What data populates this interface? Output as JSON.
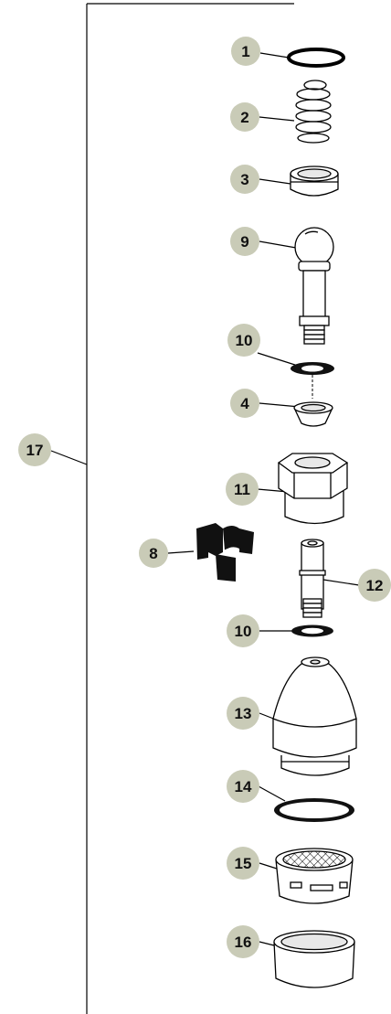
{
  "colors": {
    "badge_fill": "#c9cbb7",
    "outline": "#000000",
    "part_fill": "#ffffff",
    "part_shade": "#e8e8e8",
    "dark_part": "#111111"
  },
  "callouts": [
    {
      "id": "c1",
      "label": "1"
    },
    {
      "id": "c2",
      "label": "2"
    },
    {
      "id": "c3",
      "label": "3"
    },
    {
      "id": "c9",
      "label": "9"
    },
    {
      "id": "c10a",
      "label": "10"
    },
    {
      "id": "c4",
      "label": "4"
    },
    {
      "id": "c17",
      "label": "17"
    },
    {
      "id": "c11",
      "label": "11"
    },
    {
      "id": "c8",
      "label": "8"
    },
    {
      "id": "c12",
      "label": "12"
    },
    {
      "id": "c10b",
      "label": "10"
    },
    {
      "id": "c13",
      "label": "13"
    },
    {
      "id": "c14",
      "label": "14"
    },
    {
      "id": "c15",
      "label": "15"
    },
    {
      "id": "c16",
      "label": "16"
    }
  ],
  "parts": [
    {
      "ref": "1",
      "icon": "o-ring-icon"
    },
    {
      "ref": "2",
      "icon": "spring-icon"
    },
    {
      "ref": "3",
      "icon": "valve-seat-icon"
    },
    {
      "ref": "9",
      "icon": "ball-stem-icon"
    },
    {
      "ref": "10",
      "icon": "washer-icon"
    },
    {
      "ref": "4",
      "icon": "cone-seal-icon"
    },
    {
      "ref": "11",
      "icon": "hex-nut-icon"
    },
    {
      "ref": "8",
      "icon": "clip-icon"
    },
    {
      "ref": "12",
      "icon": "nozzle-tube-icon"
    },
    {
      "ref": "10",
      "icon": "washer-icon"
    },
    {
      "ref": "13",
      "icon": "spray-cap-icon"
    },
    {
      "ref": "14",
      "icon": "gasket-icon"
    },
    {
      "ref": "15",
      "icon": "aerator-screen-icon"
    },
    {
      "ref": "16",
      "icon": "aerator-housing-icon"
    }
  ]
}
